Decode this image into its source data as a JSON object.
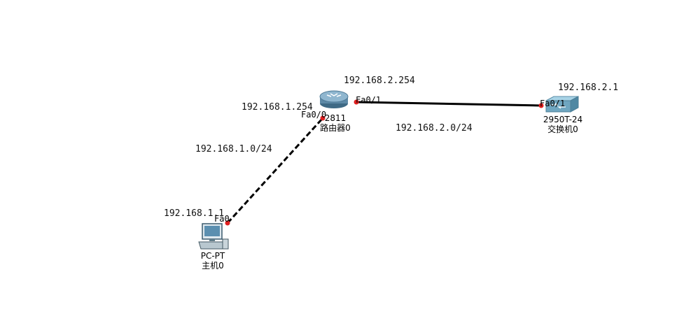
{
  "colors": {
    "link": "#000000",
    "port_dot": "#e02020",
    "router_body": "#6f98b3",
    "switch_body": "#7ab0c8"
  },
  "devices": {
    "router": {
      "model": "2811",
      "name": "路由器0",
      "icon": "router-icon"
    },
    "switch": {
      "model": "2950T-24",
      "name": "交换机0",
      "icon": "switch-icon"
    },
    "pc": {
      "model": "PC-PT",
      "name": "主机0",
      "icon": "pc-icon"
    }
  },
  "ports": {
    "router_fa00": "Fa0/0",
    "router_fa01": "Fa0/1",
    "switch_fa01": "Fa0/1",
    "pc_fa0": "Fa0"
  },
  "labels": {
    "router_lan_ip": "192.168.1.254",
    "router_wan_ip": "192.168.2.254",
    "switch_ip": "192.168.2.1",
    "pc_ip": "192.168.1.1",
    "net_left": "192.168.1.0/24",
    "net_right": "192.168.2.0/24"
  },
  "links": [
    {
      "from": "pc",
      "to": "router",
      "style": "dashed"
    },
    {
      "from": "router",
      "to": "switch",
      "style": "solid"
    }
  ]
}
